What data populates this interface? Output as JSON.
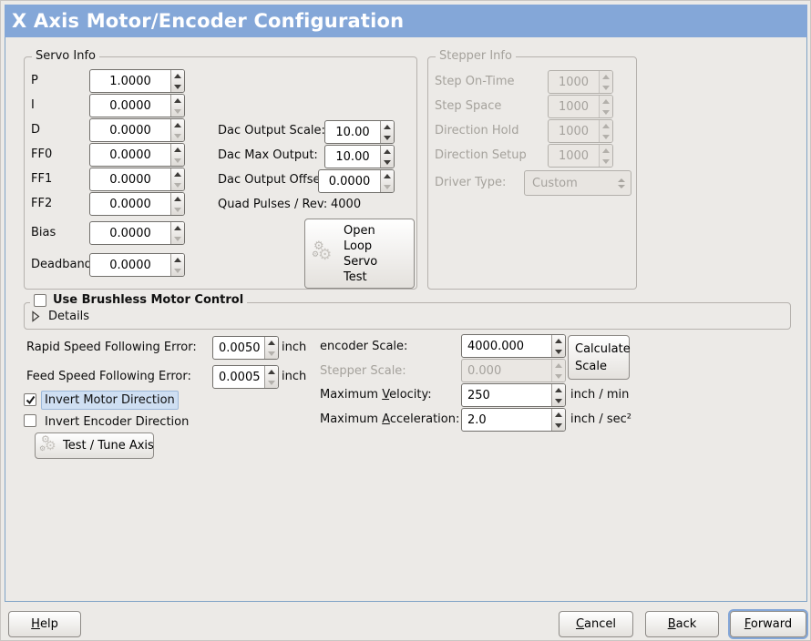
{
  "window": {
    "title": "X Axis Motor/Encoder Configuration"
  },
  "servo_info": {
    "title": "Servo Info",
    "params": [
      {
        "label": "P",
        "value": "1.0000"
      },
      {
        "label": "I",
        "value": "0.0000"
      },
      {
        "label": "D",
        "value": "0.0000"
      },
      {
        "label": "FF0",
        "value": "0.0000"
      },
      {
        "label": "FF1",
        "value": "0.0000"
      },
      {
        "label": "FF2",
        "value": "0.0000"
      },
      {
        "label": "Bias",
        "value": "0.0000"
      },
      {
        "label": "Deadband",
        "value": "0.0000"
      }
    ],
    "dac_rows": [
      {
        "label": "Dac Output Scale:",
        "value": "10.00"
      },
      {
        "label": "Dac Max Output:",
        "value": "10.00"
      },
      {
        "label": "Dac Output Offset:",
        "value": "0.0000"
      }
    ],
    "quad_label": "Quad Pulses / Rev:",
    "quad_value": "4000",
    "open_loop_lines": [
      "Open",
      "Loop",
      "Servo",
      "Test"
    ]
  },
  "stepper_info": {
    "title": "Stepper Info",
    "rows": [
      {
        "label": "Step On-Time",
        "value": "1000"
      },
      {
        "label": "Step Space",
        "value": "1000"
      },
      {
        "label": "Direction Hold",
        "value": "1000"
      },
      {
        "label": "Direction Setup",
        "value": "1000"
      }
    ],
    "driver_label": "Driver Type:",
    "driver_value": "Custom"
  },
  "brushless": {
    "label": "Use Brushless Motor Control",
    "details": "Details"
  },
  "following": {
    "rapid_label": "Rapid Speed Following Error:",
    "rapid_value": "0.0050",
    "rapid_unit": "inch",
    "feed_label": "Feed Speed Following Error:",
    "feed_value": "0.0005",
    "feed_unit": "inch"
  },
  "scales": {
    "encoder_label": "encoder Scale:",
    "encoder_value": "4000.000",
    "calc_lines": [
      "Calculate",
      "Scale"
    ],
    "stepper_label": "Stepper Scale:",
    "stepper_value": "0.000",
    "velocity_pre": "Maximum ",
    "velocity_mn": "V",
    "velocity_post": "elocity:",
    "velocity_value": "250",
    "velocity_unit": "inch / min",
    "accel_pre": "Maximum ",
    "accel_mn": "A",
    "accel_post": "cceleration:",
    "accel_value": "2.0",
    "accel_unit": "inch / sec²"
  },
  "direction": {
    "invert_motor": "Invert Motor Direction",
    "invert_encoder": "Invert Encoder Direction",
    "test_tune": "Test / Tune Axis"
  },
  "footer": {
    "help_mn": "H",
    "help_rest": "elp",
    "cancel_mn": "C",
    "cancel_rest": "ancel",
    "back_mn": "B",
    "back_rest": "ack",
    "forward_mn": "F",
    "forward_rest": "orward"
  },
  "colors": {
    "titlebar": "#84a7d8",
    "background": "#eceae7",
    "panel_border": "#7fa3c6",
    "focus_highlight": "#cfdff2"
  }
}
